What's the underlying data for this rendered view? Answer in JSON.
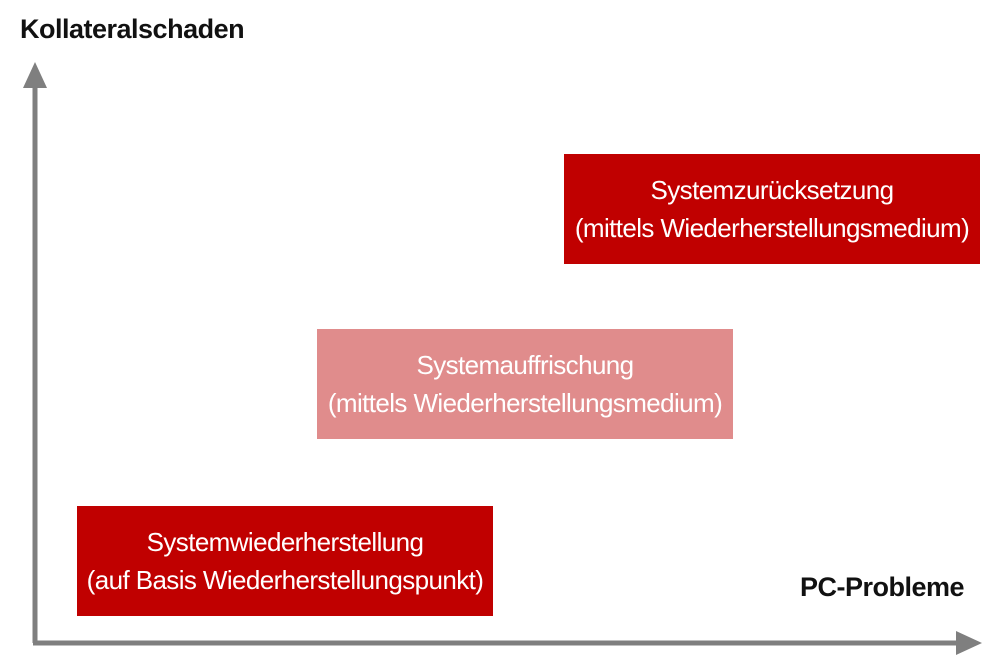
{
  "axes": {
    "y_label": "Kollateralschaden",
    "x_label": "PC-Probleme",
    "color": "#7f7f7f"
  },
  "boxes": [
    {
      "title": "Systemwiederherstellung",
      "subtitle": "(auf Basis Wiederherstellungspunkt)",
      "color": "#c00000"
    },
    {
      "title": "Systemauffrischung",
      "subtitle": "(mittels Wiederherstellungsmedium)",
      "color": "#e08c8c"
    },
    {
      "title": "Systemzurücksetzung",
      "subtitle": "(mittels Wiederherstellungsmedium)",
      "color": "#c00000"
    }
  ]
}
